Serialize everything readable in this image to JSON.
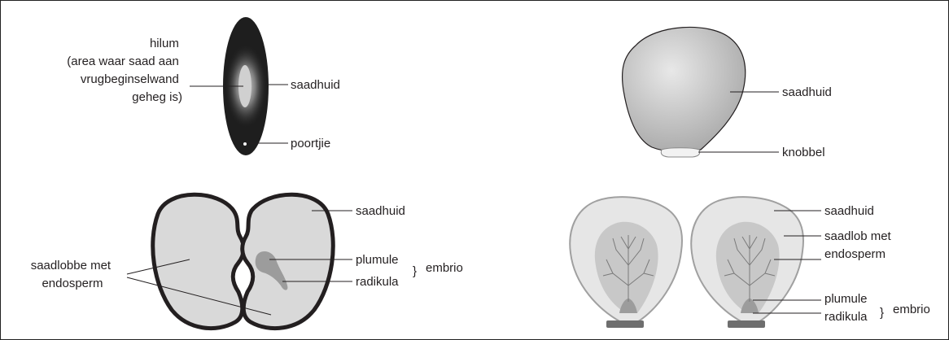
{
  "top_left": {
    "hilum_lines": [
      "hilum",
      "(area waar saad aan",
      "vrugbeginselwand",
      "geheg is)"
    ],
    "seed_coat": "saadhuid",
    "micropyle": "poortjie"
  },
  "top_right": {
    "seed_coat": "saadhuid",
    "knob": "knobbel"
  },
  "bottom_left": {
    "seed_coat": "saadhuid",
    "cotyledons_lines": [
      "saadlobbe met",
      "endosperm"
    ],
    "plumule": "plumule",
    "radicle": "radikula",
    "embryo": "embrio",
    "brace": "}"
  },
  "bottom_right": {
    "seed_coat": "saadhuid",
    "cotyledon_lines": [
      "saadlob met",
      "endosperm"
    ],
    "plumule": "plumule",
    "radicle": "radikula",
    "embryo": "embrio",
    "brace": "}"
  },
  "colors": {
    "outline": "#231f20",
    "seed_dark": "#1e1e1e",
    "cotyledon_grey": "#d9d9d9",
    "embryo_grey": "#9c9c9c",
    "light_grey": "#e6e6e6",
    "mid_grey": "#c8c8c8"
  }
}
